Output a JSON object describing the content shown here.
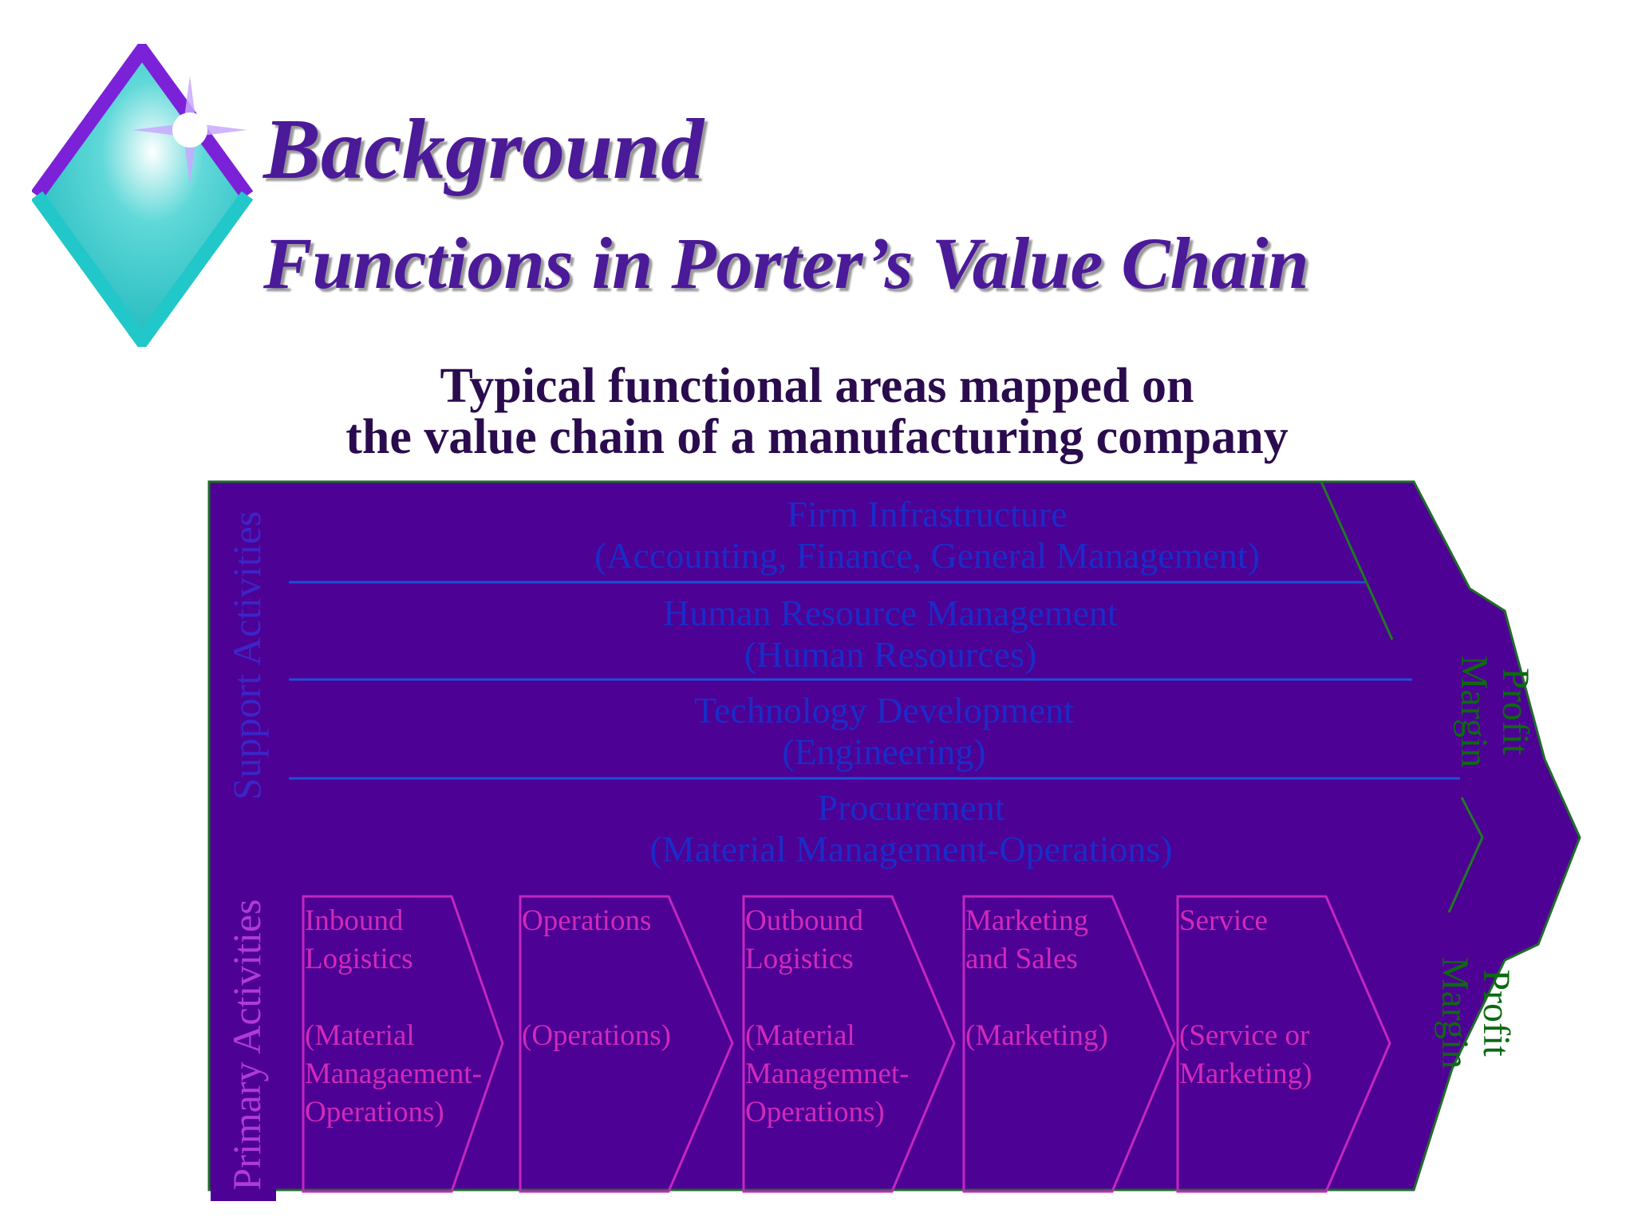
{
  "header": {
    "title": "Background",
    "subtitle": "Functions in Porter’s Value Chain"
  },
  "caption": {
    "line1": "Typical functional areas mapped on",
    "line2": "the value chain of a manufacturing company"
  },
  "diagram": {
    "support_label": "Support Activities",
    "primary_label": "Primary Activities",
    "support_rows": [
      {
        "line1": "Firm Infrastructure",
        "line2": "(Accounting, Finance, General Management)"
      },
      {
        "line1": "Human Resource Management",
        "line2": "(Human Resources)"
      },
      {
        "line1": "Technology Development",
        "line2": "(Engineering)"
      },
      {
        "line1": "Procurement",
        "line2": "(Material Management-Operations)"
      }
    ],
    "primary_activities": [
      {
        "name_lines": [
          "Inbound",
          "Logistics"
        ],
        "function_lines": [
          "(Material",
          "Managaement-",
          "Operations)"
        ]
      },
      {
        "name_lines": [
          "Operations"
        ],
        "function_lines": [
          "(Operations)"
        ]
      },
      {
        "name_lines": [
          "Outbound",
          "Logistics"
        ],
        "function_lines": [
          "(Material",
          "Managemnet-",
          "Operations)"
        ]
      },
      {
        "name_lines": [
          "Marketing",
          "and Sales"
        ],
        "function_lines": [
          "(Marketing)"
        ]
      },
      {
        "name_lines": [
          "Service"
        ],
        "function_lines": [
          "(Service or",
          "Marketing)"
        ]
      }
    ],
    "margin_upper": {
      "line1": "Profit",
      "line2": "Margin"
    },
    "margin_lower": {
      "line1": "Profit",
      "line2": "Margin"
    }
  },
  "colors": {
    "panel_fill": "#4e0195",
    "support_text": "#1a2cc8",
    "primary_text": "#d02ab8",
    "margin_text": "#0c6a10",
    "title_text": "#4b1a98"
  }
}
